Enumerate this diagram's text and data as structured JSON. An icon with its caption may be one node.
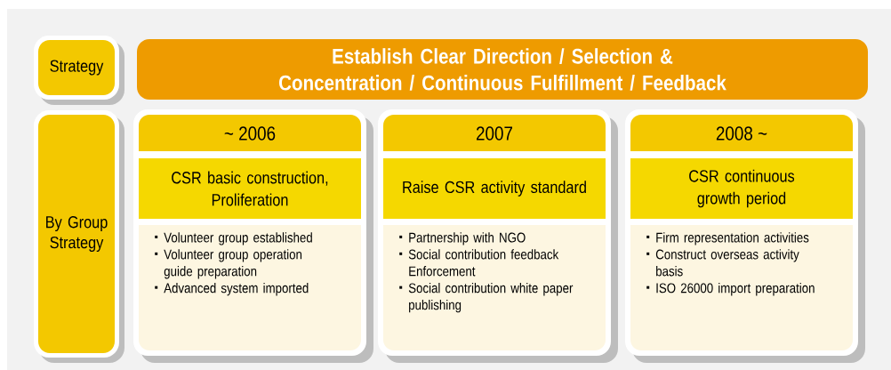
{
  "diagram": {
    "nodes": [
      {
        "text": [
          "Strategy"
        ]
      },
      {
        "text": [
          "Establish Clear Direction / Selection & Concentration / Continuous Fulfillment / Feedback"
        ]
      },
      {
        "text": [
          "By Group Strategy"
        ]
      },
      {
        "text": [
          "~ 2006"
        ]
      },
      {
        "text": [
          "CSR basic construction, Proliferation"
        ],
        "in": 3
      },
      {
        "text": [
          "Volunteer group established",
          "Volunteer group operation guide preparation",
          "Advanced system imported"
        ],
        "in": 3
      },
      {
        "text": [
          "2007"
        ]
      },
      {
        "text": [
          "Raise CSR activity standard"
        ],
        "in": 6
      },
      {
        "text": [
          "Partnership with NGO",
          "Social contribution feedback Enforcement",
          "Social contribution white paper publishing"
        ],
        "in": 6
      },
      {
        "text": [
          "2008 ~"
        ]
      },
      {
        "text": [
          "CSR continuous growth period"
        ],
        "in": 9
      },
      {
        "text": [
          "Firm representation activities",
          "Construct overseas activity basis",
          "ISO 26000 import preparation"
        ],
        "in": 9
      }
    ],
    "edges": []
  }
}
